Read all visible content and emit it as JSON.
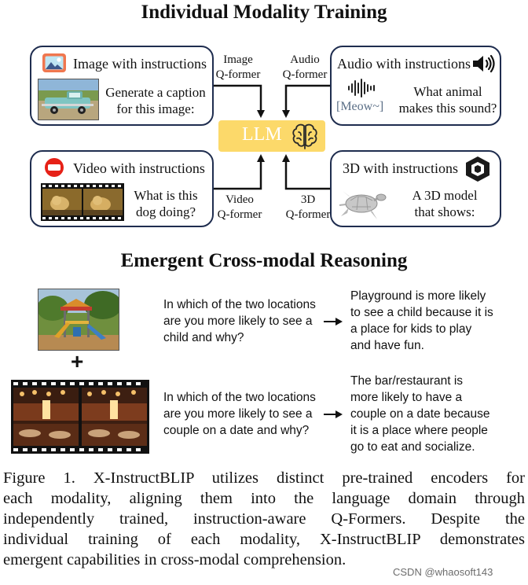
{
  "titles": {
    "top": "Individual Modality Training",
    "bottom": "Emergent Cross-modal Reasoning"
  },
  "llm": {
    "label": "LLM",
    "icon": "brain-icon"
  },
  "modalities": {
    "image": {
      "title": "Image with instructions",
      "text_line1": "Generate a caption",
      "text_line2": "for this image:",
      "qformer_line1": "Image",
      "qformer_line2": "Q-former",
      "icon": "picture-icon"
    },
    "audio": {
      "title": "Audio with instructions",
      "waveform_label": "[Meow~]",
      "text_line1": "What animal",
      "text_line2": "makes this sound?",
      "qformer_line1": "Audio",
      "qformer_line2": "Q-former",
      "icon": "speaker-icon"
    },
    "video": {
      "title": "Video with instructions",
      "text_line1": "What is this",
      "text_line2": "dog doing?",
      "qformer_line1": "Video",
      "qformer_line2": "Q-former",
      "icon": "video-play-icon"
    },
    "three_d": {
      "title": "3D with instructions",
      "text_line1": "A 3D model",
      "text_line2": "that shows:",
      "qformer_line1": "3D",
      "qformer_line2": "Q-former",
      "icon": "cube-icon"
    }
  },
  "reasoning": {
    "plus": "+",
    "rows": [
      {
        "question": [
          "In which of the two locations",
          "are you more likely to see a",
          "child and why?"
        ],
        "answer": [
          "Playground is more likely",
          "to see a child because it is",
          "a place for kids to play",
          "and have fun."
        ]
      },
      {
        "question": [
          "In which of the two locations",
          "are you more likely to see a",
          "couple on a date and why?"
        ],
        "answer": [
          "The bar/restaurant is",
          "more likely to have a",
          "couple on a date because",
          "it is a place where people",
          "go to eat and socialize."
        ]
      }
    ]
  },
  "caption_lines": [
    "Figure 1. X-InstructBLIP utilizes distinct pre-trained encoders for",
    "each modality, aligning them into the language domain through",
    "independently trained, instruction-aware Q-Formers. Despite the",
    "individual training of each modality, X-InstructBLIP demonstrates",
    "emergent capabilities in cross-modal comprehension."
  ],
  "watermark": "CSDN @whaosoft143",
  "colors": {
    "box_border": "#1f2d4f",
    "llm_fill": "#fcd96a",
    "image_icon": "#f0774f",
    "video_icon": "#e62117"
  }
}
